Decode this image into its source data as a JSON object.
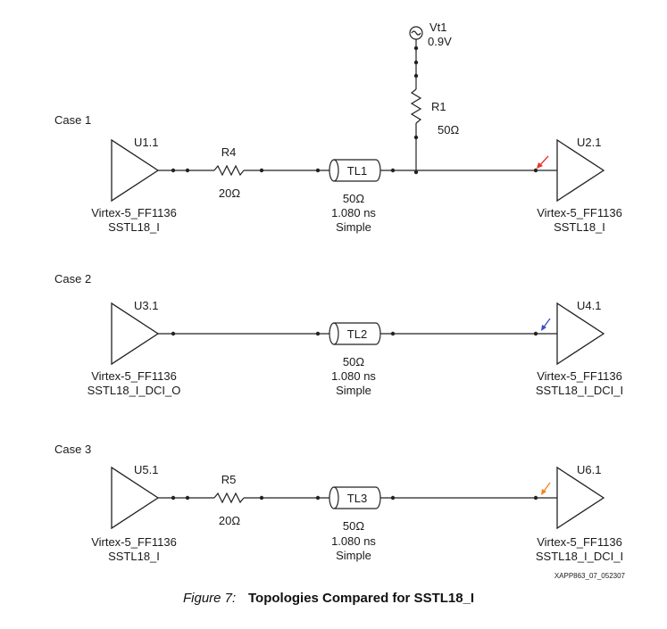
{
  "vt1": {
    "name": "Vt1",
    "value": "0.9V"
  },
  "r1": {
    "name": "R1",
    "value": "50Ω"
  },
  "cases": [
    {
      "label": "Case 1",
      "driver": {
        "ref": "U1.1",
        "model": "Virtex-5_FF1136",
        "io": "SSTL18_I"
      },
      "resistor": {
        "name": "R4",
        "value": "20Ω"
      },
      "tline": {
        "name": "TL1",
        "impedance": "50Ω",
        "delay": "1.080 ns",
        "model": "Simple"
      },
      "receiver": {
        "ref": "U2.1",
        "model": "Virtex-5_FF1136",
        "io": "SSTL18_I"
      },
      "probe_color": "#e8332a"
    },
    {
      "label": "Case 2",
      "driver": {
        "ref": "U3.1",
        "model": "Virtex-5_FF1136",
        "io": "SSTL18_I_DCI_O"
      },
      "tline": {
        "name": "TL2",
        "impedance": "50Ω",
        "delay": "1.080 ns",
        "model": "Simple"
      },
      "receiver": {
        "ref": "U4.1",
        "model": "Virtex-5_FF1136",
        "io": "SSTL18_I_DCI_I"
      },
      "probe_color": "#3b4fc4"
    },
    {
      "label": "Case 3",
      "driver": {
        "ref": "U5.1",
        "model": "Virtex-5_FF1136",
        "io": "SSTL18_I"
      },
      "resistor": {
        "name": "R5",
        "value": "20Ω"
      },
      "tline": {
        "name": "TL3",
        "impedance": "50Ω",
        "delay": "1.080 ns",
        "model": "Simple"
      },
      "receiver": {
        "ref": "U6.1",
        "model": "Virtex-5_FF1136",
        "io": "SSTL18_I_DCI_I"
      },
      "probe_color": "#f0821e"
    }
  ],
  "figure_id": "XAPP863_07_052307",
  "caption": {
    "prefix": "Figure 7:",
    "title": "Topologies Compared for SSTL18_I"
  }
}
